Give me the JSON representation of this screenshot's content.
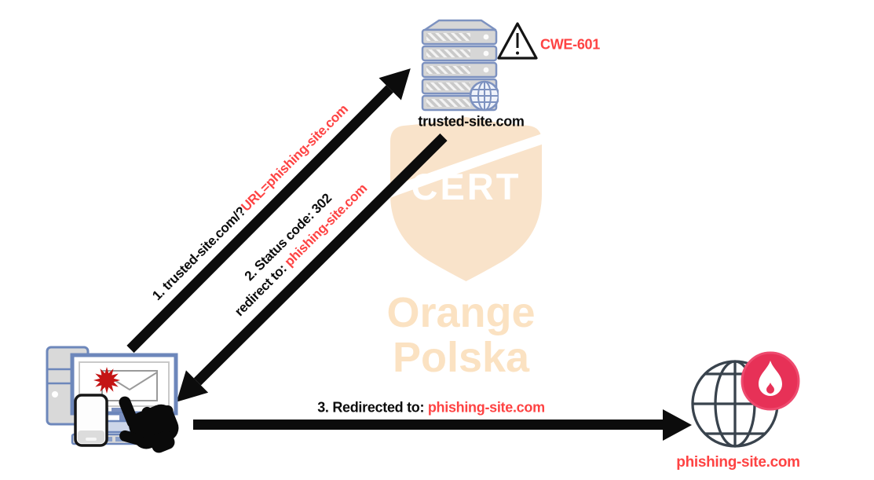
{
  "watermark": {
    "shield_text": "CERT",
    "brand_line1": "Orange",
    "brand_line2": "Polska"
  },
  "nodes": {
    "trusted_server": {
      "label": "trusted-site.com",
      "warning_label": "CWE-601"
    },
    "phishing_site": {
      "label": "phishing-site.com"
    }
  },
  "steps": {
    "step1": {
      "text_black": "1. trusted-site.com/?",
      "text_red": "URL=phishing-site.com"
    },
    "step2": {
      "line1": "2. Status code: 302",
      "line2_black": "redirect to: ",
      "line2_red": "phishing-site.com"
    },
    "step3": {
      "text_black": "3. Redirected to: ",
      "text_red": "phishing-site.com"
    }
  },
  "icons": {
    "server": "server-stack-with-globe",
    "warning": "warning-triangle-exclamation",
    "client": "desktop-computer-with-email-malware-phone",
    "hand": "tap-hand-cursor",
    "phishing": "wireframe-globe-with-flame-badge",
    "watermark": "cert-shield"
  },
  "colors": {
    "red_text": "#fe4343",
    "arrow_black": "#0c0c0c",
    "server_outline": "#7d92c0",
    "client_outline": "#6d87bb",
    "watermark_peach": "#f9e3ca",
    "watermark_text": "#fbe2c2",
    "flame_badge": "#e73157",
    "globe_stroke": "#39434d",
    "virus_red": "#c41414"
  }
}
